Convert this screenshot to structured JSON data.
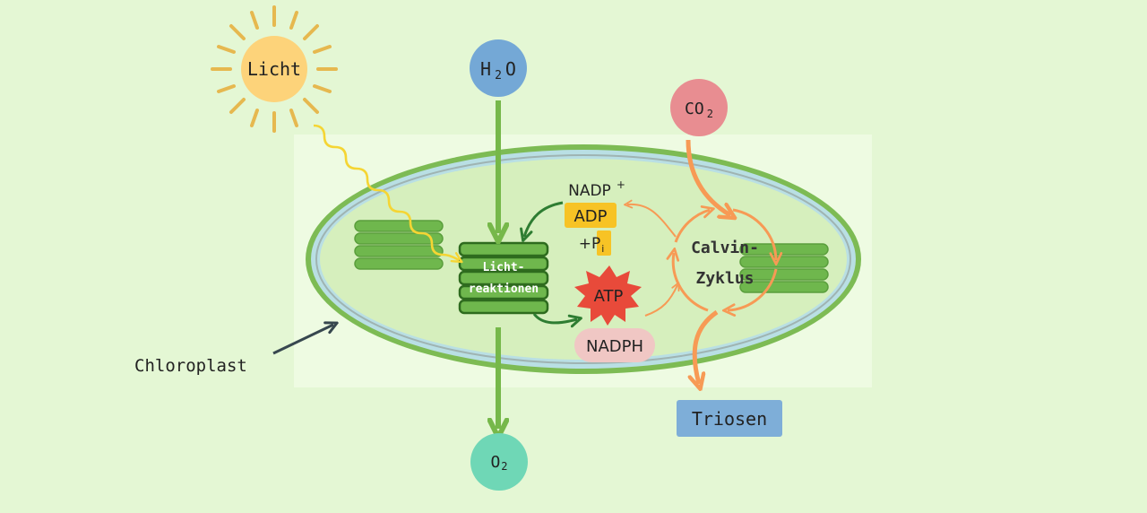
{
  "labels": {
    "light": "Licht",
    "water": "H",
    "water_sub": "2",
    "water_tail": "O",
    "co2": "CO",
    "co2_sub": "2",
    "oxygen": "O",
    "oxygen_sub": "2",
    "light_reactions_line1": "Licht-",
    "light_reactions_line2": "reaktionen",
    "nadp_plus": "NADP",
    "nadp_plus_sup": "+",
    "adp": "ADP",
    "pi": "+P",
    "pi_sub": "i",
    "atp": "ATP",
    "nadph": "NADPH",
    "calvin_line1": "Calvin-",
    "calvin_line2": "Zyklus",
    "triosen": "Triosen",
    "chloroplast": "Chloroplast"
  },
  "colors": {
    "background": "#e4f7d4",
    "chloroplast_panel": "#eefbe2",
    "membrane_outer": "#7dbb54",
    "membrane_inner": "#b9dfe4",
    "stroma": "#d6efbd",
    "thylakoid": "#6fb74d",
    "thylakoid_active": "#4c9a2e",
    "sun": "#fdd37a",
    "sun_rays": "#e6b84f",
    "light_wave": "#f5d533",
    "water": "#74a8d6",
    "co2": "#e88d91",
    "oxygen": "#6fd7b6",
    "arrow_green": "#76b84a",
    "arrow_dark_green": "#2e7d32",
    "arrow_orange": "#f79a55",
    "adp_badge": "#f7c325",
    "atp_burst": "#e84a3a",
    "nadph_pill": "#f0c7c4",
    "triosen_box": "#7eaed8",
    "pointer": "#37474f"
  }
}
